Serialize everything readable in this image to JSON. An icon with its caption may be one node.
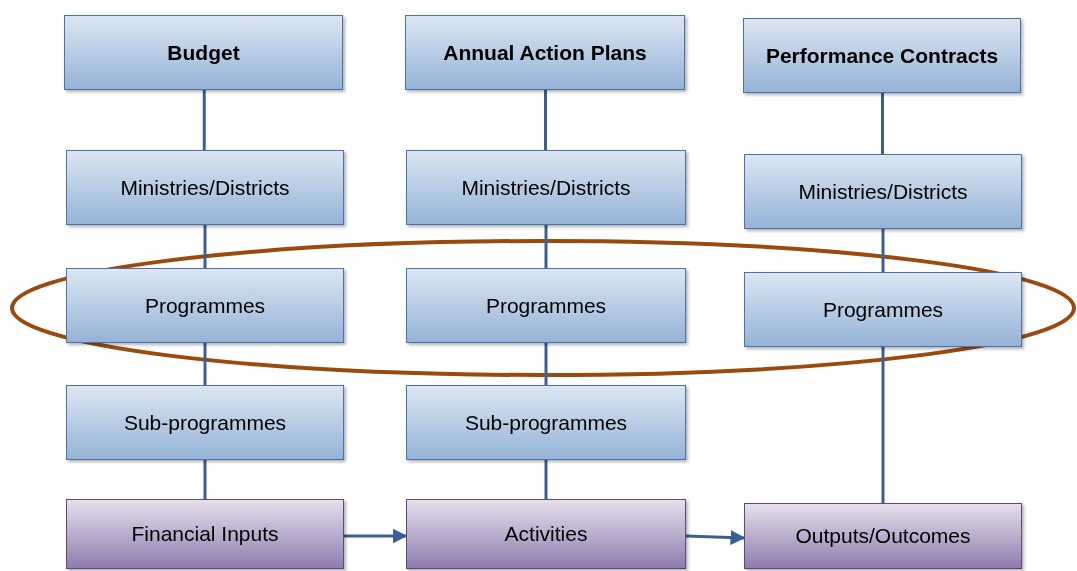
{
  "diagram": {
    "nodes": [
      {
        "text": [
          "Budget"
        ]
      },
      {
        "text": [
          "Annual Action Plans"
        ]
      },
      {
        "text": [
          "Performance Contracts"
        ]
      },
      {
        "text": [
          "Ministries/Districts"
        ]
      },
      {
        "text": [
          "Ministries/Districts"
        ]
      },
      {
        "text": [
          "Ministries/Districts"
        ]
      },
      {
        "text": [
          "Programmes"
        ]
      },
      {
        "text": [
          "Programmes"
        ]
      },
      {
        "text": [
          "Programmes"
        ]
      },
      {
        "text": [
          "Sub-programmes"
        ]
      },
      {
        "text": [
          "Sub-programmes"
        ]
      },
      {
        "text": [
          "Financial Inputs"
        ]
      },
      {
        "text": [
          "Activities"
        ]
      },
      {
        "text": [
          "Outputs/Outcomes"
        ]
      }
    ],
    "edges": [
      {
        "from": 0,
        "to": 3,
        "arrow": "none"
      },
      {
        "from": 3,
        "to": 6,
        "arrow": "none"
      },
      {
        "from": 6,
        "to": 9,
        "arrow": "none"
      },
      {
        "from": 9,
        "to": 11,
        "arrow": "none"
      },
      {
        "from": 1,
        "to": 4,
        "arrow": "none"
      },
      {
        "from": 4,
        "to": 7,
        "arrow": "none"
      },
      {
        "from": 7,
        "to": 10,
        "arrow": "none"
      },
      {
        "from": 10,
        "to": 12,
        "arrow": "none"
      },
      {
        "from": 2,
        "to": 5,
        "arrow": "none"
      },
      {
        "from": 5,
        "to": 8,
        "arrow": "none"
      },
      {
        "from": 8,
        "to": 13,
        "arrow": "none"
      },
      {
        "from": 11,
        "to": 12,
        "arrow": "to"
      },
      {
        "from": 12,
        "to": 13,
        "arrow": "to"
      }
    ]
  }
}
